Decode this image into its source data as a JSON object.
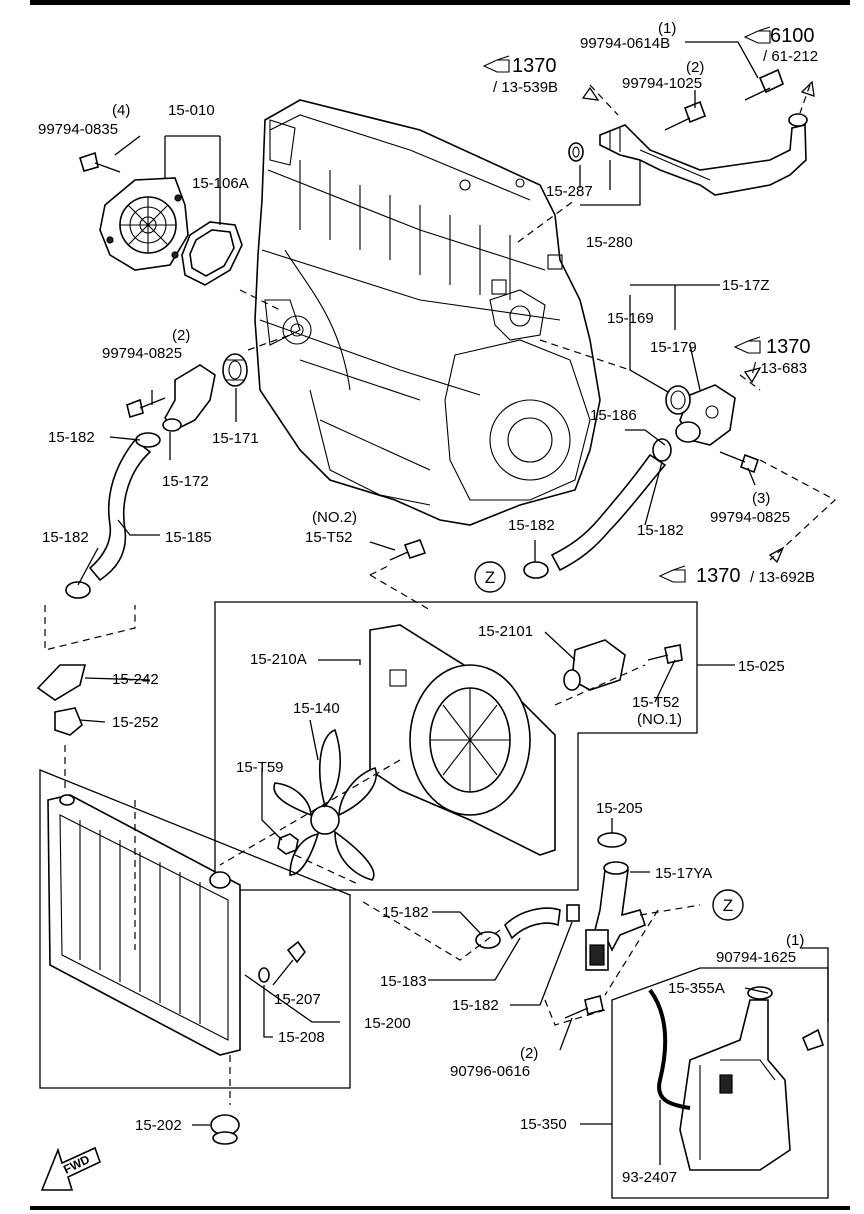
{
  "refs": {
    "r6100": "6100",
    "r6100_sub": "/ 61-212",
    "r1370a": "1370",
    "r1370a_sub": "/ 13-539B",
    "r1370b": "1370",
    "r1370b_sub": "/ 13-683",
    "r1370c": "1370",
    "r1370c_sub": "/ 13-692B"
  },
  "labels": {
    "q1_top": "(1)",
    "p99794_0614B": "99794-0614B",
    "q2_top": "(2)",
    "p99794_1025": "99794-1025",
    "q4": "(4)",
    "p99794_0835": "99794-0835",
    "p15_010": "15-010",
    "p15_106A": "15-106A",
    "p15_287": "15-287",
    "p15_280": "15-280",
    "p15_17Z": "15-17Z",
    "p15_169": "15-169",
    "p15_179": "15-179",
    "q2_mid": "(2)",
    "p99794_0825a": "99794-0825",
    "p15_182_a": "15-182",
    "p15_171": "15-171",
    "p15_172": "15-172",
    "p15_186": "15-186",
    "p15_182_b": "15-182",
    "p99794_0825b": "99794-0825",
    "q3": "(3)",
    "no2": "(NO.2)",
    "p15_T52_a": "15-T52",
    "p15_182_c": "15-182",
    "p15_185": "15-185",
    "p15_182_d": "15-182",
    "zA": "Z",
    "p15_2101": "15-2101",
    "p15_210A": "15-210A",
    "p15_025": "15-025",
    "p15_242": "15-242",
    "p15_T52_b": "15-T52",
    "no1": "(NO.1)",
    "p15_252": "15-252",
    "p15_140": "15-140",
    "p15_T59": "15-T59",
    "p15_205": "15-205",
    "p15_17YA": "15-17YA",
    "zB": "Z",
    "p15_182_e": "15-182",
    "q1_bot": "(1)",
    "p90794_1625": "90794-1625",
    "p15_355A": "15-355A",
    "p15_183": "15-183",
    "p15_182_f": "15-182",
    "p15_207": "15-207",
    "p15_200": "15-200",
    "p15_208": "15-208",
    "q2_bot": "(2)",
    "p90796_0616": "90796-0616",
    "p15_350": "15-350",
    "p15_202": "15-202",
    "p93_2407": "93-2407",
    "fwd": "FWD"
  }
}
